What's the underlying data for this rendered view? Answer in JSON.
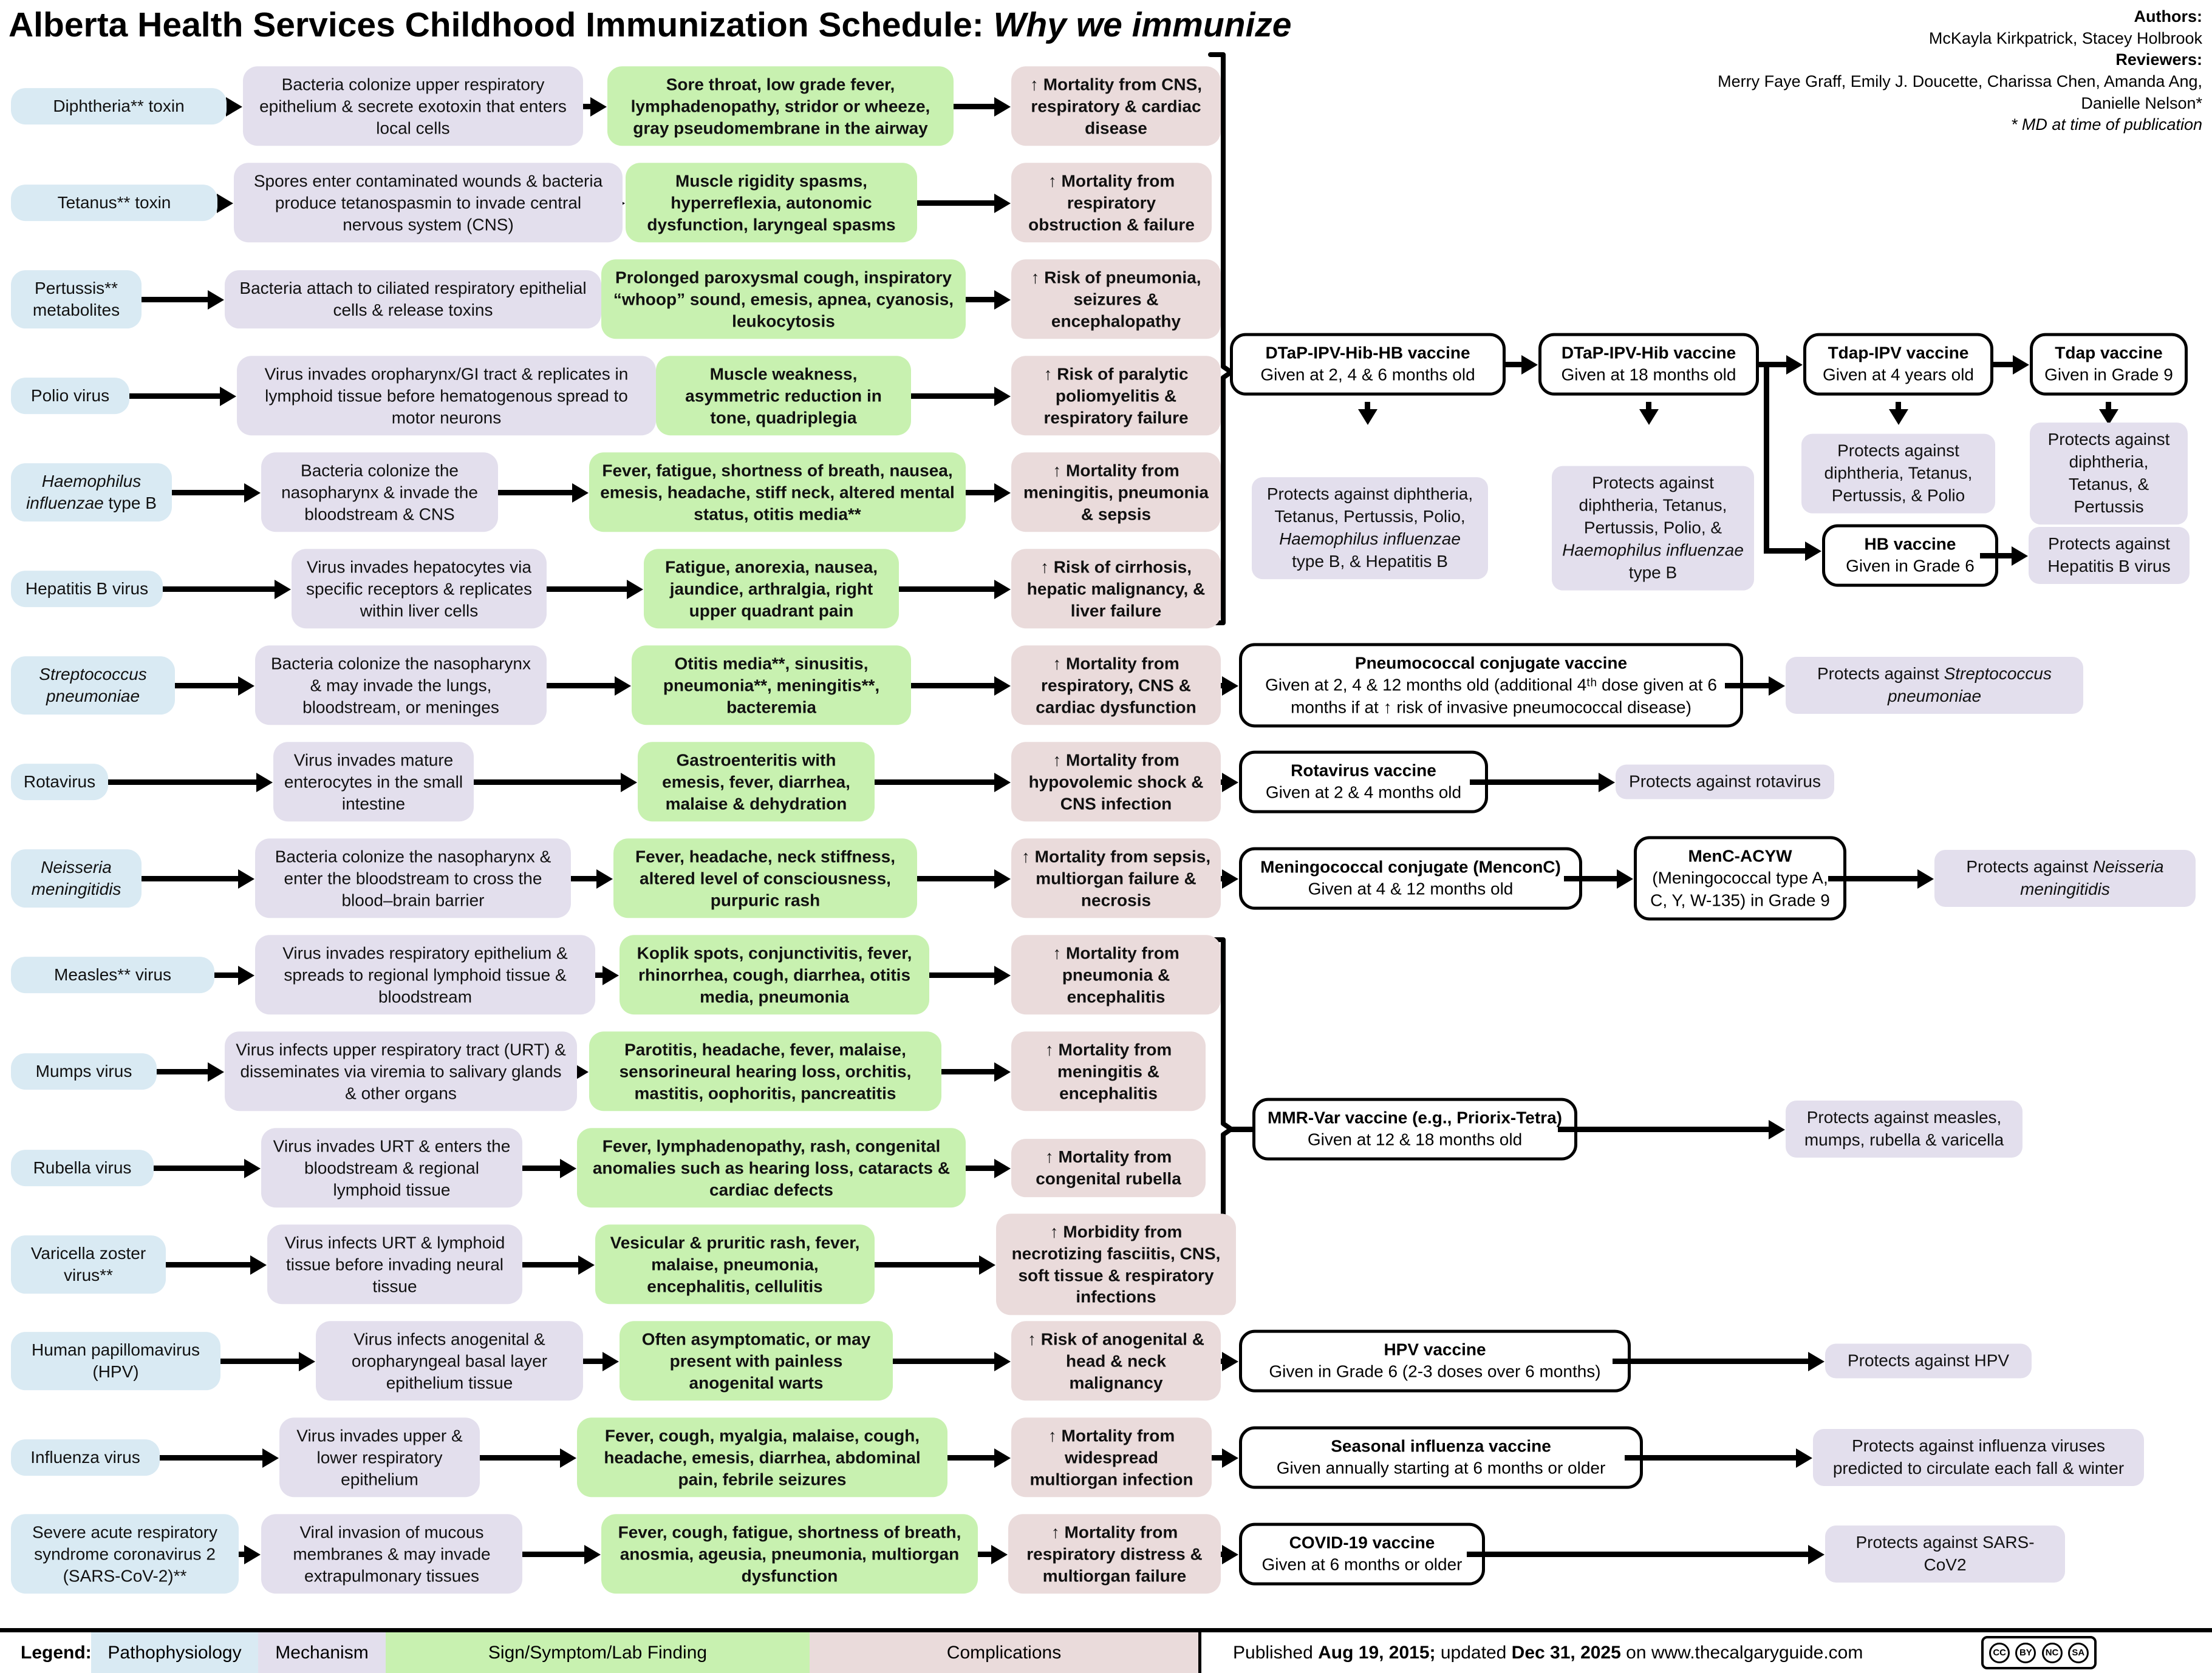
{
  "title": {
    "main": "Alberta Health Services Childhood Immunization Schedule: ",
    "emphasis": "Why we immunize"
  },
  "credits": {
    "authors_label": "Authors:",
    "authors": "McKayla Kirkpatrick, Stacey Holbrook",
    "reviewers_label": "Reviewers:",
    "reviewers": "Merry Faye Graff, Emily J. Doucette, Charissa Chen, Amanda Ang, Danielle Nelson*",
    "note": "* MD at time of publication"
  },
  "rows": [
    {
      "pathogen": {
        "pre": "Diphtheria** toxin",
        "it": "",
        "post": ""
      },
      "patho": "Bacteria colonize upper respiratory epithelium & secrete exotoxin that enters local cells",
      "sign": "Sore throat, low grade fever, lymphadenopathy, stridor or wheeze, gray pseudomembrane in the airway",
      "comp": "↑ Mortality from CNS, respiratory & cardiac disease"
    },
    {
      "pathogen": {
        "pre": "Tetanus** toxin",
        "it": "",
        "post": ""
      },
      "patho": "Spores enter contaminated wounds & bacteria produce tetanospasmin to invade central nervous system (CNS)",
      "sign": "Muscle rigidity spasms, hyperreflexia, autonomic dysfunction, laryngeal spasms",
      "comp": "↑ Mortality from respiratory obstruction & failure"
    },
    {
      "pathogen": {
        "pre": "Pertussis** metabolites",
        "it": "",
        "post": ""
      },
      "patho": "Bacteria attach to ciliated respiratory epithelial cells & release toxins",
      "sign": "Prolonged paroxysmal cough, inspiratory “whoop” sound, emesis, apnea, cyanosis, leukocytosis",
      "comp": "↑ Risk of pneumonia, seizures & encephalopathy"
    },
    {
      "pathogen": {
        "pre": "Polio virus",
        "it": "",
        "post": ""
      },
      "patho": "Virus invades oropharynx/GI tract & replicates in lymphoid tissue before hematogenous spread to motor neurons",
      "sign": "Muscle weakness, asymmetric reduction in tone, quadriplegia",
      "comp": "↑ Risk of paralytic poliomyelitis & respiratory failure"
    },
    {
      "pathogen": {
        "pre": "",
        "it": "Haemophilus influenzae",
        "post": " type B"
      },
      "patho": "Bacteria colonize the nasopharynx & invade the bloodstream & CNS",
      "sign": "Fever, fatigue, shortness of breath, nausea, emesis, headache, stiff neck, altered mental status, otitis media**",
      "comp": "↑ Mortality from meningitis, pneumonia & sepsis"
    },
    {
      "pathogen": {
        "pre": "Hepatitis B virus",
        "it": "",
        "post": ""
      },
      "patho": "Virus invades hepatocytes via specific receptors & replicates within liver cells",
      "sign": "Fatigue, anorexia, nausea, jaundice, arthralgia, right upper quadrant pain",
      "comp": "↑ Risk of cirrhosis, hepatic malignancy, & liver failure"
    },
    {
      "pathogen": {
        "pre": "",
        "it": "Streptococcus pneumoniae",
        "post": ""
      },
      "patho": "Bacteria colonize the nasopharynx & may invade the lungs, bloodstream, or meninges",
      "sign": "Otitis media**, sinusitis, pneumonia**, meningitis**, bacteremia",
      "comp": "↑ Mortality from respiratory, CNS & cardiac dysfunction"
    },
    {
      "pathogen": {
        "pre": "Rotavirus",
        "it": "",
        "post": ""
      },
      "patho": "Virus invades mature enterocytes in the small intestine",
      "sign": "Gastroenteritis with emesis, fever, diarrhea, malaise & dehydration",
      "comp": "↑ Mortality from hypovolemic shock & CNS infection"
    },
    {
      "pathogen": {
        "pre": "",
        "it": "Neisseria meningitidis",
        "post": ""
      },
      "patho": "Bacteria colonize the nasopharynx & enter the bloodstream to cross the blood–brain barrier",
      "sign": "Fever, headache, neck stiffness, altered level of consciousness, purpuric rash",
      "comp": "↑ Mortality from sepsis, multiorgan failure & necrosis"
    },
    {
      "pathogen": {
        "pre": "Measles** virus",
        "it": "",
        "post": ""
      },
      "patho": "Virus invades respiratory epithelium & spreads to regional lymphoid tissue & bloodstream",
      "sign": "Koplik spots, conjunctivitis, fever, rhinorrhea, cough, diarrhea, otitis media, pneumonia",
      "comp": "↑ Mortality from pneumonia & encephalitis"
    },
    {
      "pathogen": {
        "pre": "Mumps virus",
        "it": "",
        "post": ""
      },
      "patho": "Virus infects upper respiratory tract (URT) & disseminates via viremia to salivary glands & other organs",
      "sign": "Parotitis, headache, fever, malaise, sensorineural hearing loss, orchitis, mastitis, oophoritis, pancreatitis",
      "comp": "↑ Mortality from meningitis & encephalitis"
    },
    {
      "pathogen": {
        "pre": "Rubella virus",
        "it": "",
        "post": ""
      },
      "patho": "Virus invades URT & enters the bloodstream & regional lymphoid tissue",
      "sign": "Fever, lymphadenopathy, rash, congenital anomalies such as hearing loss, cataracts & cardiac defects",
      "comp": "↑ Mortality from congenital rubella"
    },
    {
      "pathogen": {
        "pre": "Varicella zoster virus**",
        "it": "",
        "post": ""
      },
      "patho": "Virus infects URT & lymphoid tissue before invading neural tissue",
      "sign": "Vesicular & pruritic rash, fever, malaise, pneumonia, encephalitis, cellulitis",
      "comp": "↑ Morbidity from necrotizing fasciitis, CNS, soft tissue & respiratory infections"
    },
    {
      "pathogen": {
        "pre": "Human papillomavirus (HPV)",
        "it": "",
        "post": ""
      },
      "patho": "Virus infects anogenital & oropharyngeal basal layer epithelium tissue",
      "sign": "Often asymptomatic, or may present with painless anogenital warts",
      "comp": "↑ Risk of anogenital & head & neck malignancy"
    },
    {
      "pathogen": {
        "pre": "Influenza virus",
        "it": "",
        "post": ""
      },
      "patho": "Virus invades upper & lower respiratory epithelium",
      "sign": "Fever, cough, myalgia, malaise, cough, headache, emesis, diarrhea, abdominal pain, febrile seizures",
      "comp": "↑ Mortality from widespread multiorgan infection"
    },
    {
      "pathogen": {
        "pre": "Severe acute respiratory syndrome coronavirus 2 (SARS-CoV-2)**",
        "it": "",
        "post": ""
      },
      "patho": "Viral invasion of mucous membranes & may invade extrapulmonary tissues",
      "sign": "Fever, cough, fatigue, shortness of breath, anosmia, ageusia, pneumonia, multiorgan dysfunction",
      "comp": "↑ Mortality from respiratory distress & multiorgan failure"
    }
  ],
  "vaccines": {
    "chain": [
      {
        "name": "DTaP-IPV-Hib-HB vaccine",
        "schedule": "Given at 2, 4 & 6 months old",
        "protects": {
          "pre": "Protects against diphtheria, Tetanus, Pertussis, Polio, ",
          "it": "Haemophilus influenzae",
          "post": " type B, & Hepatitis B"
        }
      },
      {
        "name": "DTaP-IPV-Hib vaccine",
        "schedule": "Given at 18 months old",
        "protects": {
          "pre": "Protects against diphtheria, Tetanus, Pertussis, Polio, & ",
          "it": "Haemophilus influenzae",
          "post": " type B"
        }
      },
      {
        "name": "Tdap-IPV vaccine",
        "schedule": "Given at 4 years old",
        "protects": {
          "pre": "Protects against diphtheria, Tetanus, Pertussis, & Polio",
          "it": "",
          "post": ""
        }
      },
      {
        "name": "Tdap vaccine",
        "schedule": "Given in Grade 9",
        "protects": {
          "pre": "Protects against diphtheria, Tetanus, & Pertussis",
          "it": "",
          "post": ""
        }
      }
    ],
    "hb": {
      "name": "HB vaccine",
      "schedule": "Given in Grade 6",
      "protects": "Protects against Hepatitis B virus"
    },
    "pneumo": {
      "name": "Pneumococcal conjugate vaccine",
      "schedule": "Given at 2, 4 & 12 months old (additional 4ᵗʰ dose given at 6 months if at ↑ risk of invasive pneumococcal disease)",
      "protects": {
        "pre": "Protects against ",
        "it": "Streptococcus pneumoniae",
        "post": ""
      }
    },
    "rota": {
      "name": "Rotavirus vaccine",
      "schedule": "Given at 2 & 4 months old",
      "protects": "Protects against rotavirus"
    },
    "menc": {
      "name": "Meningococcal conjugate (MenconC)",
      "schedule": "Given at 4 & 12 months old",
      "booster_name": "MenC-ACYW",
      "booster_detail": "(Meningococcal type A, C, Y, W-135) in Grade 9",
      "protects": {
        "pre": "Protects against ",
        "it": "Neisseria meningitidis",
        "post": ""
      }
    },
    "mmr": {
      "name": "MMR-Var vaccine (e.g., Priorix-Tetra)",
      "schedule": "Given at 12 & 18 months old",
      "protects": "Protects against measles, mumps, rubella & varicella"
    },
    "hpv": {
      "name": "HPV vaccine",
      "schedule": "Given in Grade 6 (2-3 doses over 6 months)",
      "protects": "Protects against HPV"
    },
    "flu": {
      "name": "Seasonal influenza vaccine",
      "schedule": "Given annually starting at 6 months or older",
      "protects": "Protects against influenza viruses predicted to circulate each fall & winter"
    },
    "covid": {
      "name": "COVID-19 vaccine",
      "schedule": "Given at 6 months or older",
      "protects": "Protects against SARS-CoV2"
    }
  },
  "legend": {
    "label": "Legend:",
    "items": [
      {
        "label": "Pathophysiology",
        "color": "#d9eaf3"
      },
      {
        "label": "Mechanism",
        "color": "#e3dfed"
      },
      {
        "label": "Sign/Symptom/Lab Finding",
        "color": "#c8f1b0"
      },
      {
        "label": "Complications",
        "color": "#eadbdb"
      }
    ]
  },
  "footer": {
    "pub1": "Published ",
    "pub_date": "Aug 19, 2015;",
    "pub2": " updated ",
    "upd_date": "Dec 31, 2025",
    "pub3": " on www.thecalgaryguide.com",
    "cc_labels": [
      "CC",
      "BY",
      "NC",
      "SA"
    ]
  }
}
